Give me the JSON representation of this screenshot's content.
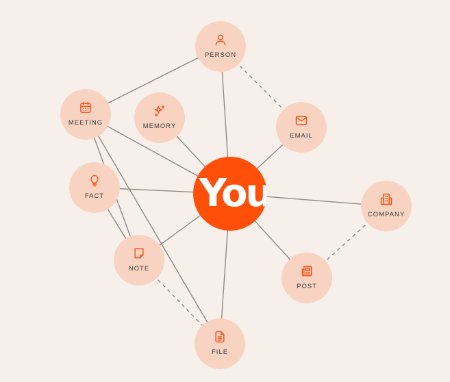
{
  "center": {
    "label": "You",
    "color": "#ff4f08"
  },
  "colors": {
    "background": "#f7efea",
    "node_fill": "#f8d3c2",
    "icon": "#f2561d",
    "edge": "#8f8985"
  },
  "nodes": [
    {
      "id": "person",
      "label": "PERSON",
      "icon": "person-icon"
    },
    {
      "id": "meeting",
      "label": "MEETING",
      "icon": "calendar-icon"
    },
    {
      "id": "memory",
      "label": "MEMORY",
      "icon": "sparkle-icon"
    },
    {
      "id": "email",
      "label": "EMAIL",
      "icon": "envelope-icon"
    },
    {
      "id": "fact",
      "label": "FACT",
      "icon": "lightbulb-icon"
    },
    {
      "id": "company",
      "label": "COMPANY",
      "icon": "building-icon"
    },
    {
      "id": "note",
      "label": "NOTE",
      "icon": "note-icon"
    },
    {
      "id": "post",
      "label": "POST",
      "icon": "newspaper-icon"
    },
    {
      "id": "file",
      "label": "FILE",
      "icon": "file-icon"
    }
  ],
  "edges": [
    {
      "from": "center",
      "to": "person",
      "style": "solid"
    },
    {
      "from": "center",
      "to": "meeting",
      "style": "solid"
    },
    {
      "from": "center",
      "to": "memory",
      "style": "solid"
    },
    {
      "from": "center",
      "to": "email",
      "style": "solid"
    },
    {
      "from": "center",
      "to": "fact",
      "style": "solid"
    },
    {
      "from": "center",
      "to": "company",
      "style": "solid"
    },
    {
      "from": "center",
      "to": "note",
      "style": "solid"
    },
    {
      "from": "center",
      "to": "post",
      "style": "solid"
    },
    {
      "from": "center",
      "to": "file",
      "style": "solid"
    },
    {
      "from": "person",
      "to": "meeting",
      "style": "solid"
    },
    {
      "from": "meeting",
      "to": "note",
      "style": "solid"
    },
    {
      "from": "meeting",
      "to": "file",
      "style": "solid"
    },
    {
      "from": "fact",
      "to": "note",
      "style": "solid"
    },
    {
      "from": "person",
      "to": "email",
      "style": "dashed"
    },
    {
      "from": "post",
      "to": "company",
      "style": "dashed"
    },
    {
      "from": "note",
      "to": "file",
      "style": "dashed"
    }
  ]
}
